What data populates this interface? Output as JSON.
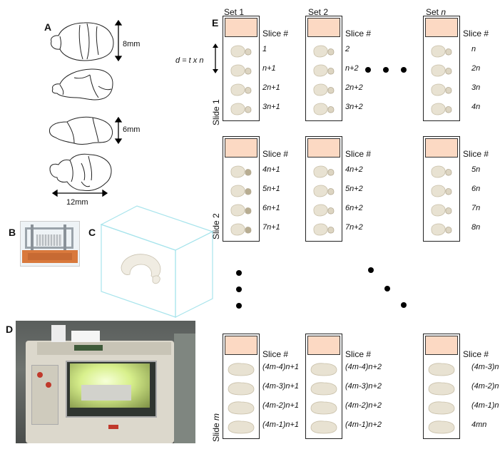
{
  "panels": {
    "A": "A",
    "B": "B",
    "C": "C",
    "D": "D",
    "E": "E"
  },
  "panel_a": {
    "dim_top": "8mm",
    "dim_side": "6mm",
    "dim_width": "12mm"
  },
  "distance_formula": "d = t x n",
  "sets": [
    "Set 1",
    "Set 2",
    "Set n"
  ],
  "slice_header": "Slice #",
  "slides": [
    "Slide 1",
    "Slide 2",
    "Slide m"
  ],
  "slice_numbers": {
    "slide1": {
      "set1": [
        "1",
        "n+1",
        "2n+1",
        "3n+1"
      ],
      "set2": [
        "2",
        "n+2",
        "2n+2",
        "3n+2"
      ],
      "setn": [
        "n",
        "2n",
        "3n",
        "4n"
      ]
    },
    "slide2": {
      "set1": [
        "4n+1",
        "5n+1",
        "6n+1",
        "7n+1"
      ],
      "set2": [
        "4n+2",
        "5n+2",
        "6n+2",
        "7n+2"
      ],
      "setn": [
        "5n",
        "6n",
        "7n",
        "8n"
      ]
    },
    "slidem": {
      "set1": [
        "(4m-4)n+1",
        "(4m-3)n+1",
        "(4m-2)n+1",
        "(4m-1)n+1"
      ],
      "set2": [
        "(4m-4)n+2",
        "(4m-3)n+2",
        "(4m-2)n+2",
        "(4m-1)n+2"
      ],
      "setn": [
        "(4m-3)n",
        "(4m-2)n",
        "(4m-1)n",
        "4mn"
      ]
    }
  },
  "colors": {
    "label_box": "#fcd9c3",
    "tissue": "#e8e2d2",
    "block_outline": "#a8e4ec"
  }
}
